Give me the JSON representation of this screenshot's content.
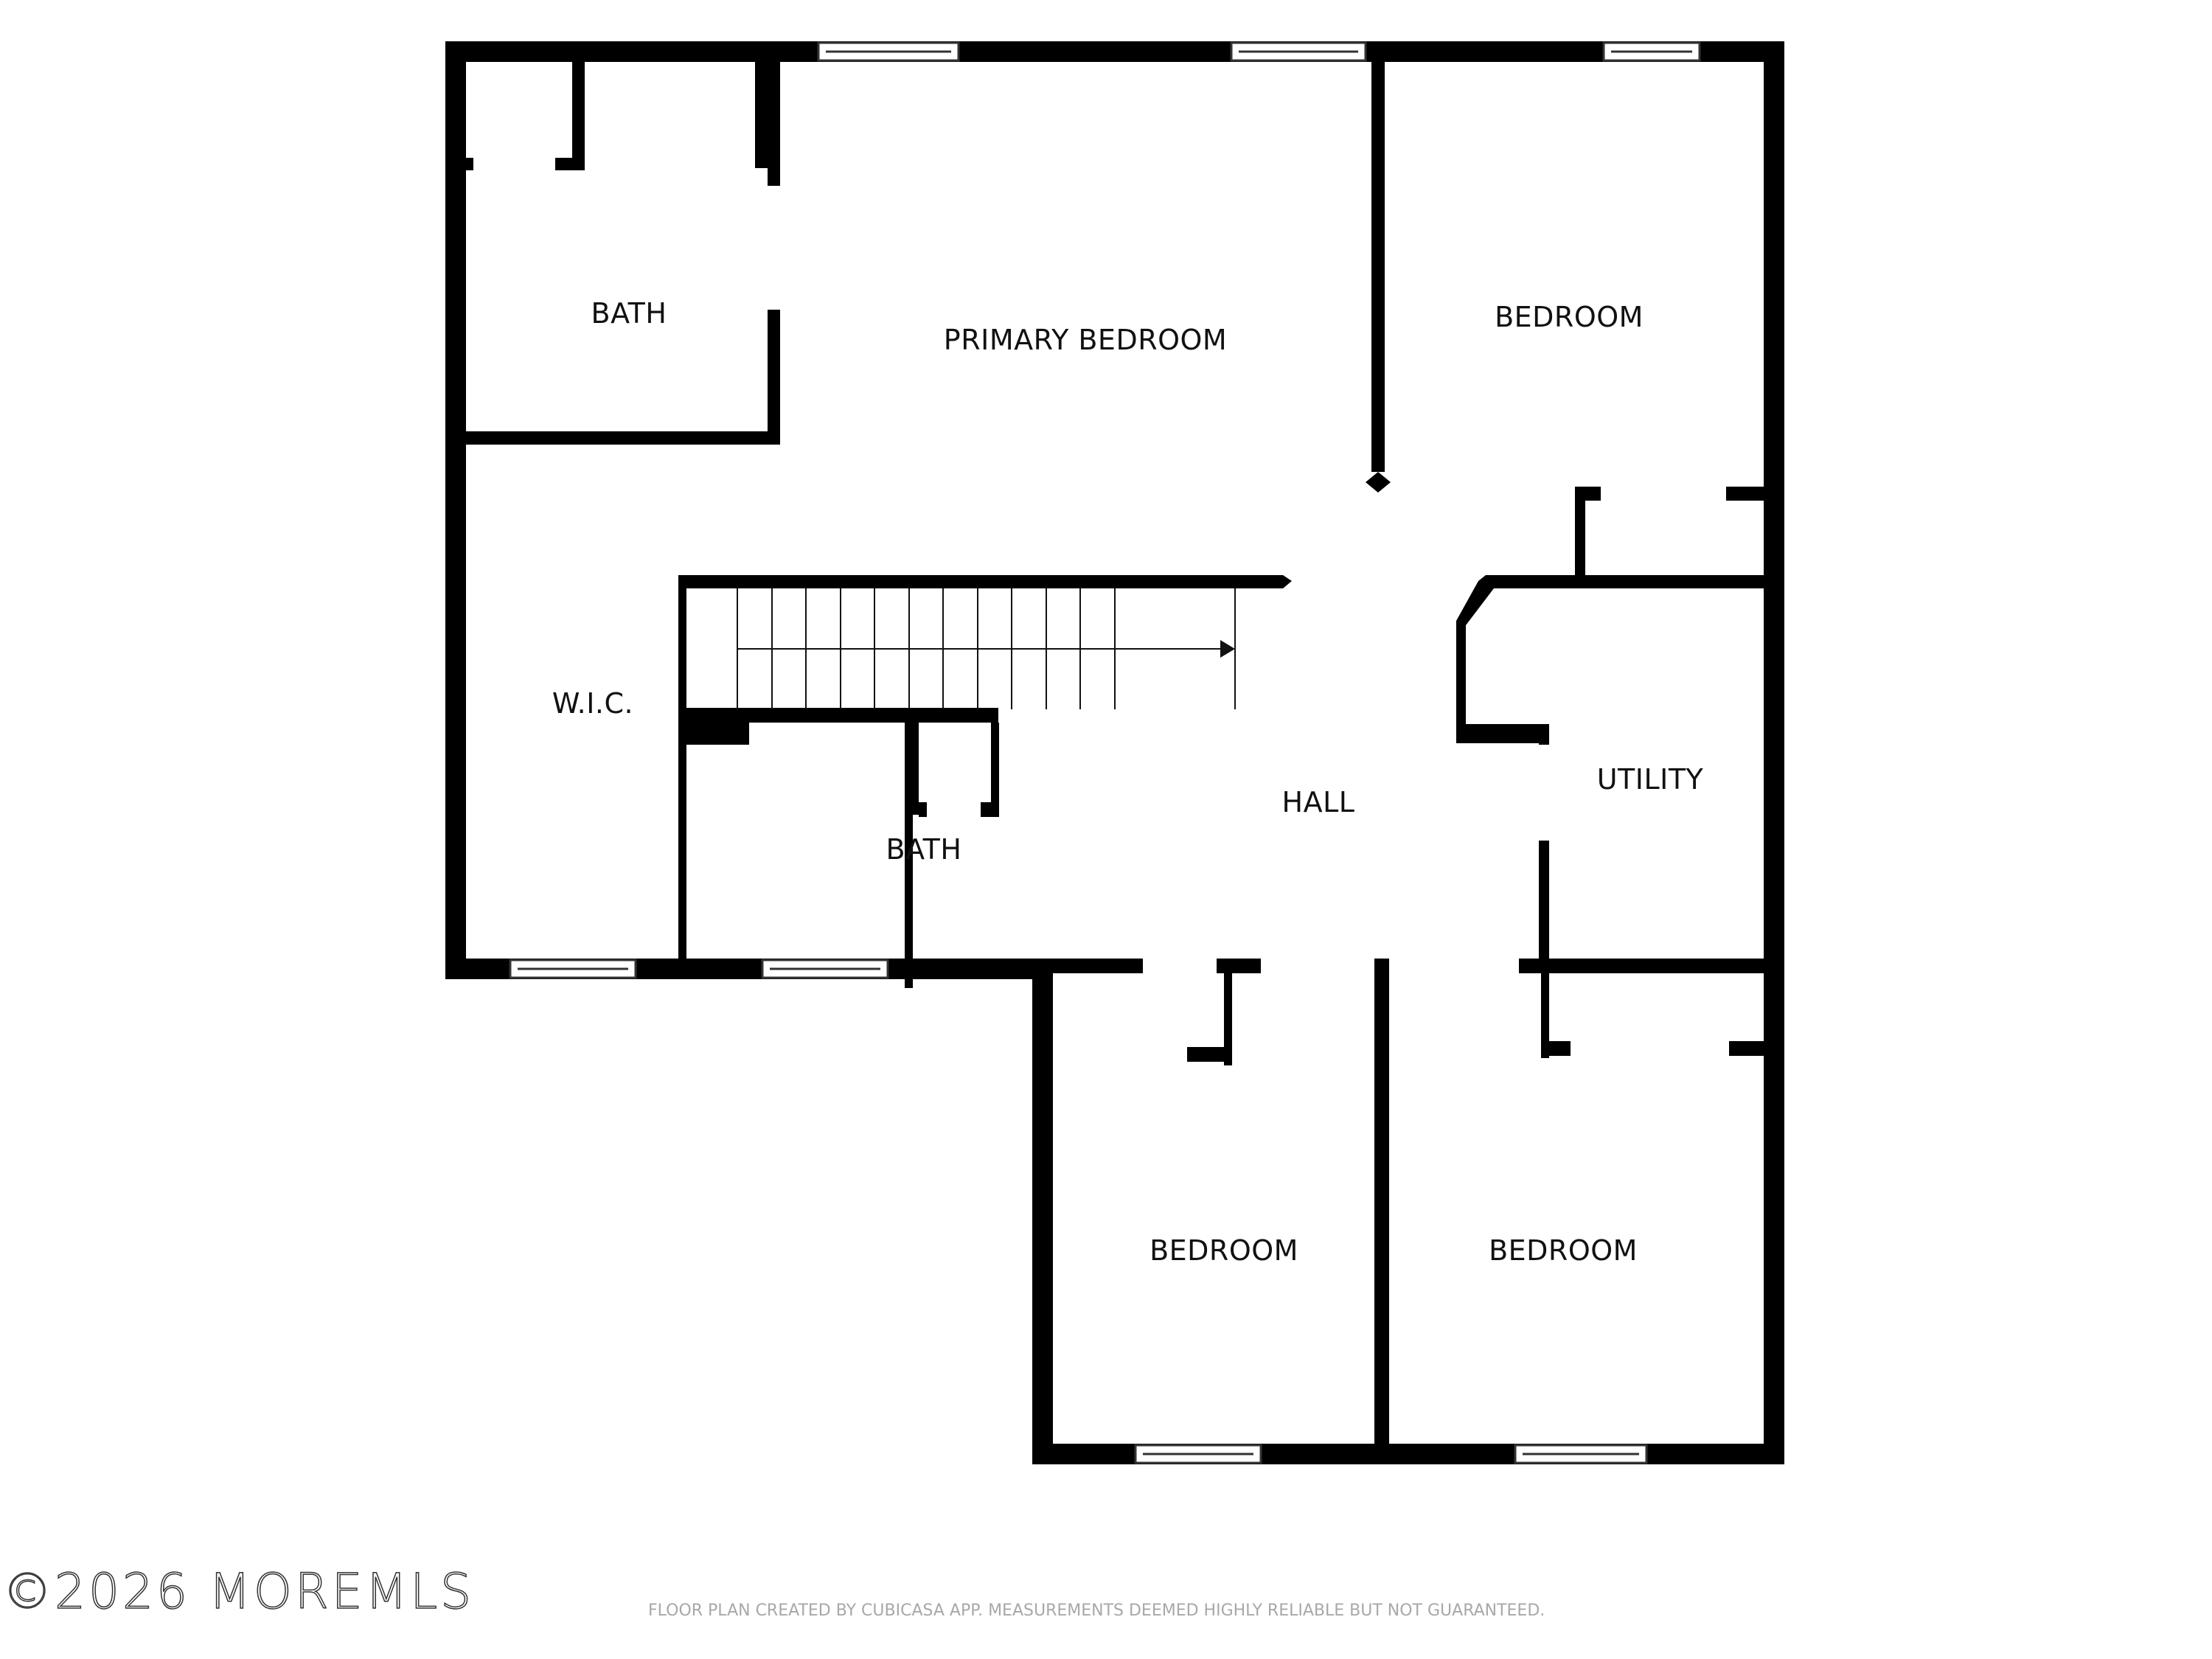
{
  "rooms": {
    "bath_top": "BATH",
    "primary_bedroom": "PRIMARY BEDROOM",
    "bedroom_ne": "BEDROOM",
    "wic": "W.I.C.",
    "bath_mid": "BATH",
    "hall": "HALL",
    "utility": "UTILITY",
    "bedroom_sw": "BEDROOM",
    "bedroom_se": "BEDROOM"
  },
  "watermark": "©2026 MOREMLS",
  "footer": "FLOOR PLAN CREATED BY CUBICASA APP. MEASUREMENTS DEEMED HIGHLY RELIABLE BUT NOT GUARANTEED.",
  "colors": {
    "wall": "#000000",
    "window_stroke": "#333333",
    "door_line": "#cccccc",
    "footer_text": "#a8a8a8"
  },
  "stairs": {
    "treads": 14,
    "direction": "right"
  }
}
